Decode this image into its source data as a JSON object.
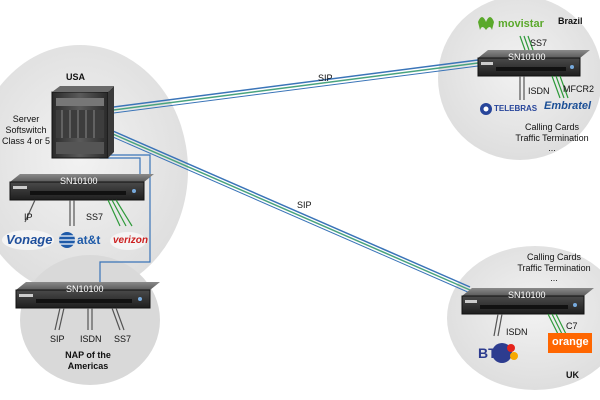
{
  "regions": {
    "usa": "USA",
    "brazil": "Brazil",
    "uk": "UK"
  },
  "server_label": [
    "Server",
    "Softswitch",
    "Class 4 or 5"
  ],
  "links": {
    "sip_brazil": "SIP",
    "sip_uk": "SIP"
  },
  "devices": {
    "usa_top": "SN10100",
    "usa_nap": "SN10100",
    "brazil": "SN10100",
    "uk": "SN10100"
  },
  "usa_top_ports": {
    "ip": "IP",
    "ss7": "SS7"
  },
  "nap_ports": {
    "sip": "SIP",
    "isdn": "ISDN",
    "ss7": "SS7"
  },
  "nap_label": [
    "NAP of the",
    "Americas"
  ],
  "brazil_ports": {
    "ss7": "SS7",
    "isdn": "ISDN",
    "mfcr2": "MFCR2"
  },
  "brazil_services": [
    "Calling Cards",
    "Traffic Termination",
    "..."
  ],
  "uk_services": [
    "Calling Cards",
    "Traffic Termination",
    "..."
  ],
  "uk_ports": {
    "isdn": "ISDN",
    "c7": "C7"
  },
  "logos": {
    "vonage": "Vonage",
    "att": "at&t",
    "verizon": "verizon",
    "movistar": "movistar",
    "telebras": "TELEBRAS",
    "embratel": "Embratel",
    "bt": "BT",
    "orange": "orange"
  },
  "colors": {
    "cloud": "#e6e6e6",
    "link_blue": "#3a74b8",
    "link_green": "#49a37e",
    "port_green": "#2e9a3a",
    "device_body": "#2c2c2c",
    "vonage": "#1f4f9c",
    "att": "#1e5aa8",
    "verizon": "#cc1f1f",
    "movistar": "#5aa92b",
    "telebras": "#27459a",
    "embratel": "#1b4f96",
    "bt": "#2d3c8f",
    "orange": "#ff6600"
  }
}
